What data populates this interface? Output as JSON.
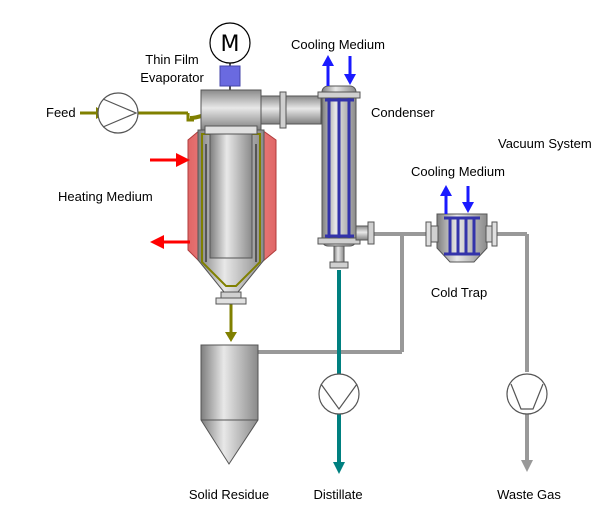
{
  "labels": {
    "motor": "M",
    "evaporator_line1": "Thin Film",
    "evaporator_line2": "Evaporator",
    "cooling_medium_condenser": "Cooling Medium",
    "condenser": "Condenser",
    "feed": "Feed",
    "vacuum_system": "Vacuum System",
    "cooling_medium_trap": "Cooling Medium",
    "heating_medium": "Heating Medium",
    "cold_trap": "Cold Trap",
    "solid_residue": "Solid Residue",
    "distillate": "Distillate",
    "waste_gas": "Waste Gas"
  },
  "colors": {
    "feed_line": "#808000",
    "distillate_line": "#008080",
    "vacuum_line": "#999999",
    "heating_arrow": "#ff0000",
    "cooling_arrow": "#1a1aff",
    "heating_jacket": "#e06666",
    "tube_bundle": "#3333aa",
    "vessel_body": "#b0b0b0"
  }
}
